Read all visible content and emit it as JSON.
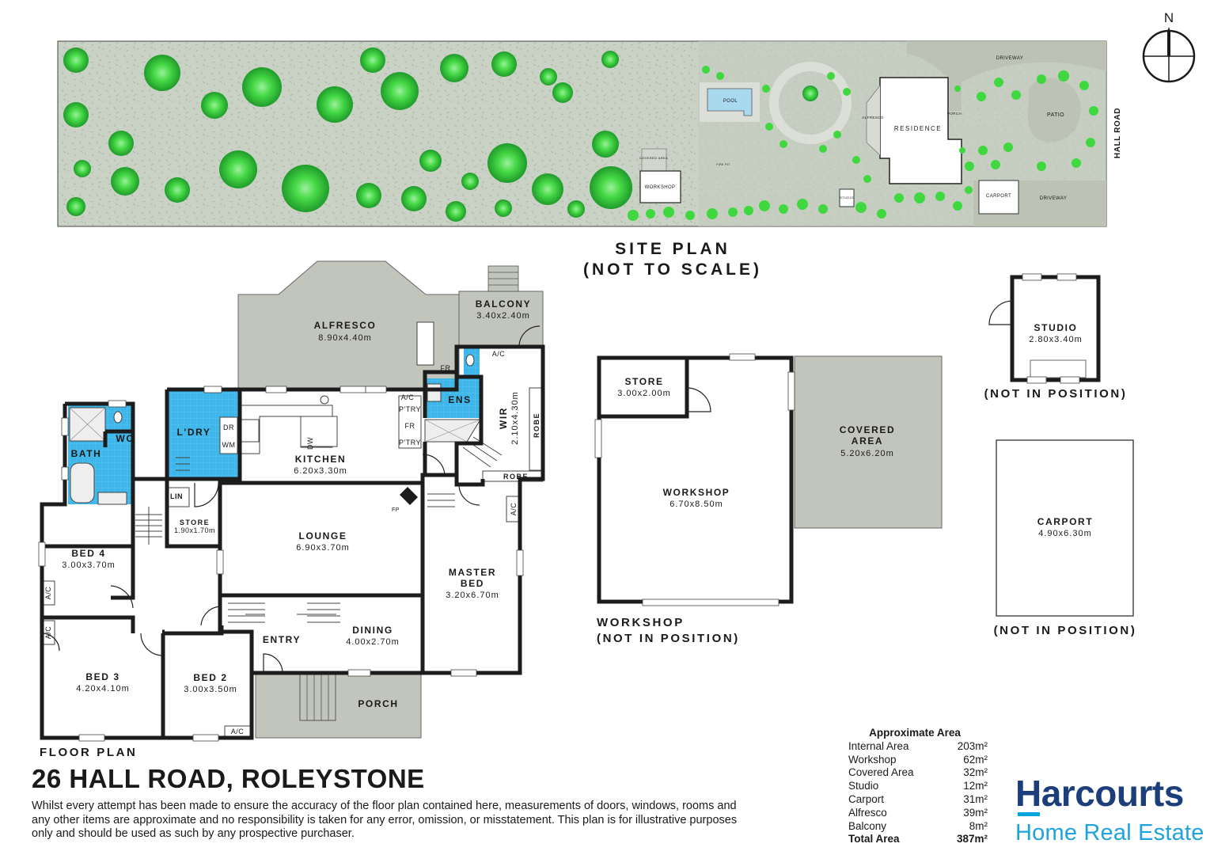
{
  "site_plan": {
    "title_line1": "SITE PLAN",
    "title_line2": "(NOT TO SCALE)",
    "labels": {
      "pool": "POOL",
      "driveway_top": "DRIVEWAY",
      "driveway_bottom": "DRIVEWAY",
      "patio": "PATIO",
      "residence": "RESIDENCE",
      "alfresco": "ALFRESCO",
      "porch": "PORCH",
      "carport": "CARPORT",
      "studio": "STUDIO",
      "workshop": "WORKSHOP",
      "covered_area": "COVERED AREA",
      "fire_pit": "FIRE PIT",
      "road": "HALL ROAD"
    },
    "compass": "N"
  },
  "floor_plan": {
    "caption": "FLOOR PLAN",
    "rooms": {
      "alfresco": {
        "name": "ALFRESCO",
        "dim": "8.90x4.40m"
      },
      "balcony": {
        "name": "BALCONY",
        "dim": "3.40x2.40m"
      },
      "kitchen": {
        "name": "KITCHEN",
        "dim": "6.20x3.30m"
      },
      "laundry": {
        "name": "L'DRY"
      },
      "bath": {
        "name": "BATH"
      },
      "wc": {
        "name": "WC"
      },
      "ens": {
        "name": "ENS"
      },
      "wir": {
        "name": "WIR",
        "dim": "2.10x4.30m"
      },
      "robe1": {
        "name": "ROBE"
      },
      "robe2": {
        "name": "ROBE"
      },
      "lin": {
        "name": "LIN"
      },
      "store": {
        "name": "STORE",
        "dim": "1.90x1.70m"
      },
      "lounge": {
        "name": "LOUNGE",
        "dim": "6.90x3.70m"
      },
      "master": {
        "name1": "MASTER",
        "name2": "BED",
        "dim": "3.20x6.70m"
      },
      "bed4": {
        "name": "BED 4",
        "dim": "3.00x3.70m"
      },
      "bed3": {
        "name": "BED 3",
        "dim": "4.20x4.10m"
      },
      "bed2": {
        "name": "BED 2",
        "dim": "3.00x3.50m"
      },
      "dining": {
        "name": "DINING",
        "dim": "4.00x2.70m"
      },
      "entry": {
        "name": "ENTRY"
      },
      "porch": {
        "name": "PORCH"
      }
    },
    "fixtures": {
      "ac": "A/C",
      "ptry": "P'TRY",
      "fr": "FR",
      "dr": "DR",
      "wm": "WM",
      "dw": "DW",
      "fp": "FP"
    }
  },
  "workshop": {
    "store_name": "STORE",
    "store_dim": "3.00x2.00m",
    "name": "WORKSHOP",
    "dim": "6.70x8.50m",
    "covered_name1": "COVERED",
    "covered_name2": "AREA",
    "covered_dim": "5.20x6.20m",
    "note_line1": "WORKSHOP",
    "note_line2": "(NOT IN POSITION)"
  },
  "studio": {
    "name": "STUDIO",
    "dim": "2.80x3.40m",
    "note": "(NOT IN POSITION)"
  },
  "carport": {
    "name": "CARPORT",
    "dim": "4.90x6.30m",
    "note": "(NOT IN POSITION)"
  },
  "address": "26 HALL ROAD, ROLEYSTONE",
  "disclaimer": "Whilst every attempt has been made to ensure the accuracy of the floor plan contained here, measurements of doors, windows, rooms and any other items are approximate and no responsibility is taken for any error, omission, or misstatement. This plan is for illustrative purposes only and should be used as such by any prospective purchaser.",
  "areas": {
    "title": "Approximate Area",
    "rows": [
      {
        "label": "Internal Area",
        "value": "203m²"
      },
      {
        "label": "Workshop",
        "value": "62m²"
      },
      {
        "label": "Covered Area",
        "value": "32m²"
      },
      {
        "label": "Studio",
        "value": "12m²"
      },
      {
        "label": "Carport",
        "value": "31m²"
      },
      {
        "label": "Alfresco",
        "value": "39m²"
      },
      {
        "label": "Balcony",
        "value": "8m²"
      }
    ],
    "total_label": "Total Area",
    "total_value": "387m²"
  },
  "brand": {
    "name": "Harcourts",
    "sub": "Home Real Estate"
  },
  "colors": {
    "lawn": "#c9d2c4",
    "tree": "#3fd83f",
    "paving": "#b9bdb2",
    "wet_area": "#3fb6ea",
    "brand_navy": "#1c3e7a",
    "brand_blue": "#00a6e0"
  }
}
